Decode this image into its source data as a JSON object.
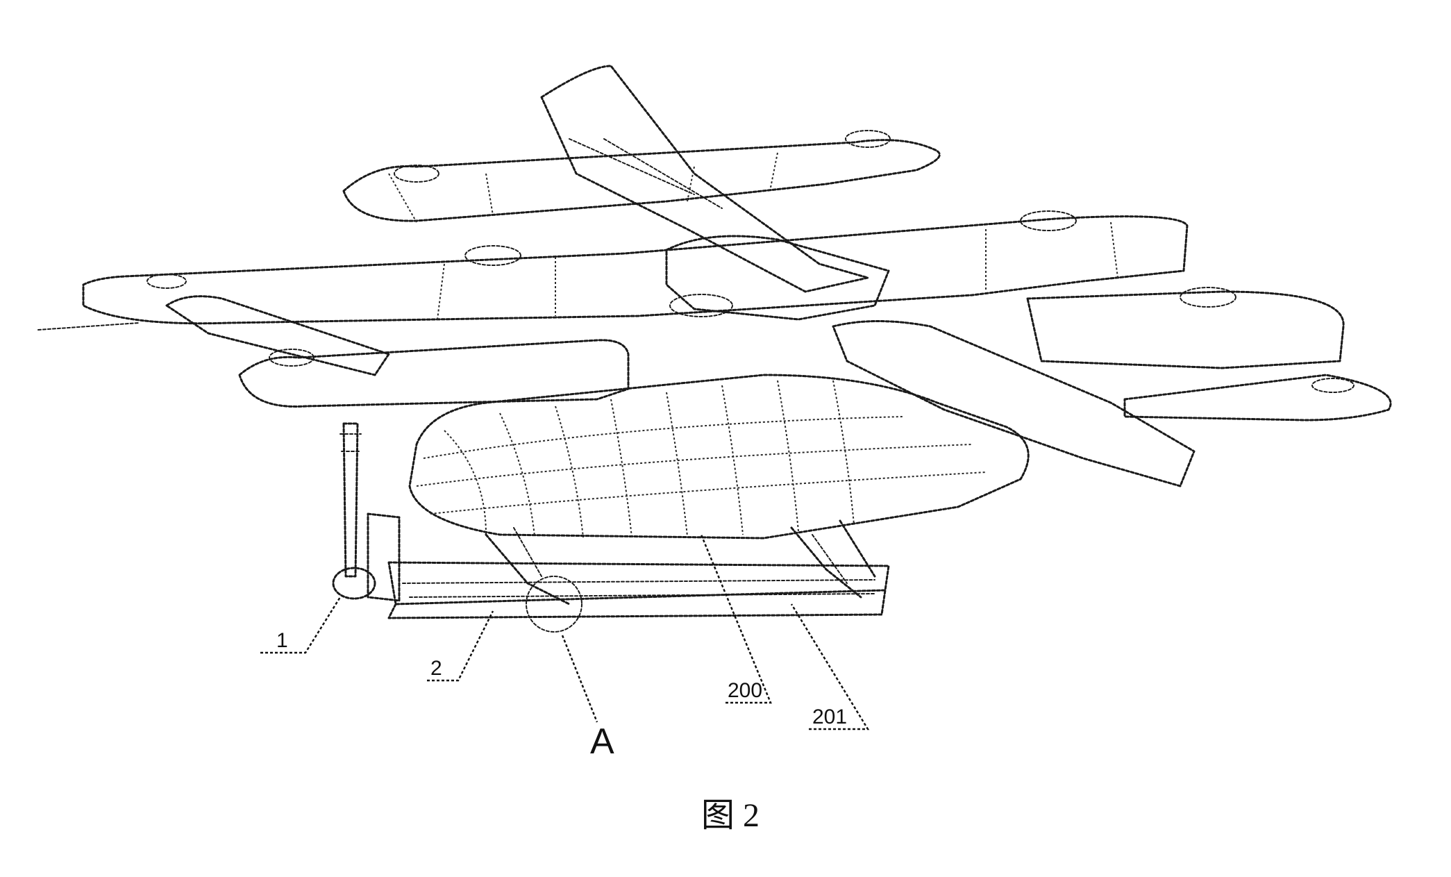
{
  "figure": {
    "caption": "图 2",
    "callouts": {
      "c1": "1",
      "c2": "2",
      "cA": "A",
      "c200": "200",
      "c201": "201"
    }
  }
}
